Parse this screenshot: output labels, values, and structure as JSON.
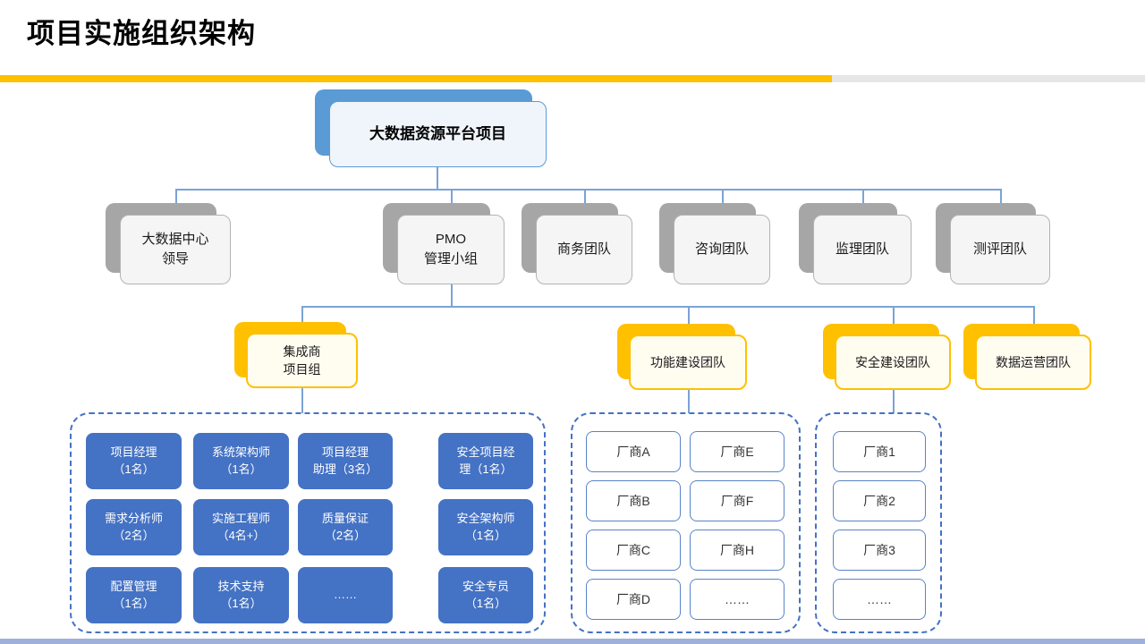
{
  "slide": {
    "title": "项目实施组织架构"
  },
  "colors": {
    "accent_yellow": "#FFC000",
    "divider_gray": "#E7E6E6",
    "node_blue": "#5B9BD5",
    "role_blue": "#4472C4",
    "shadow_gray": "#A6A6A6",
    "connector_blue": "#7BA3D6"
  },
  "org_chart": {
    "root": {
      "label": "大数据资源平台项目"
    },
    "level2": [
      {
        "label": "大数据中心\n领导"
      },
      {
        "label": "PMO\n管理小组"
      },
      {
        "label": "商务团队"
      },
      {
        "label": "咨询团队"
      },
      {
        "label": "监理团队"
      },
      {
        "label": "测评团队"
      }
    ],
    "level3": [
      {
        "label": "集成商\n项目组"
      },
      {
        "label": "功能建设团队"
      },
      {
        "label": "安全建设团队"
      },
      {
        "label": "数据运营团队"
      }
    ],
    "integrator_group": {
      "roles": [
        "项目经理\n（1名）",
        "系统架构师\n（1名）",
        "项目经理\n助理（3名）",
        "安全项目经\n理（1名）",
        "需求分析师\n（2名）",
        "实施工程师\n（4名+）",
        "质量保证\n（2名）",
        "安全架构师\n（1名）",
        "配置管理\n（1名）",
        "技术支持\n（1名）",
        "……",
        "安全专员\n（1名）"
      ]
    },
    "function_team_vendors": [
      "厂商A",
      "厂商E",
      "厂商B",
      "厂商F",
      "厂商C",
      "厂商H",
      "厂商D",
      "……"
    ],
    "security_team_vendors": [
      "厂商1",
      "厂商2",
      "厂商3",
      "……"
    ]
  }
}
